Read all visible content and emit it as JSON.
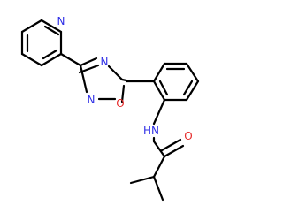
{
  "molecule": {
    "atoms": {
      "pyridine_n": {
        "label": "N",
        "color": "#2f2fe6"
      },
      "oxadiazole_n_top": {
        "label": "N",
        "color": "#2f2fe6"
      },
      "oxadiazole_n_left": {
        "label": "N",
        "color": "#2f2fe6"
      },
      "oxadiazole_o": {
        "label": "O",
        "color": "#e62b2b"
      },
      "amide_nh": {
        "label": "HN",
        "color": "#2f2fe6"
      },
      "carbonyl_o": {
        "label": "O",
        "color": "#e62b2b"
      }
    },
    "bond_color": "#000000"
  }
}
